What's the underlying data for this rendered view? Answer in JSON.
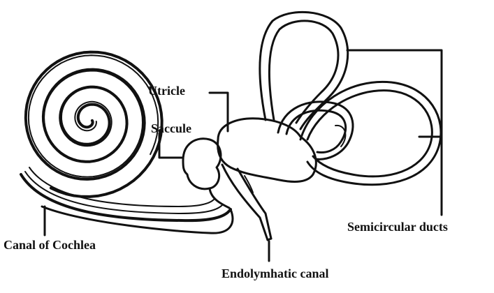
{
  "labels": {
    "utricle": "Utricle",
    "saccule": "Saccule",
    "semicircular_ducts": "Semicircular ducts",
    "canal_of_cochlea": "Canal of Cochlea",
    "endolymphatic_canal": "Endolymhatic canal"
  },
  "colors": {
    "ink": "#111111",
    "background": "#ffffff"
  }
}
